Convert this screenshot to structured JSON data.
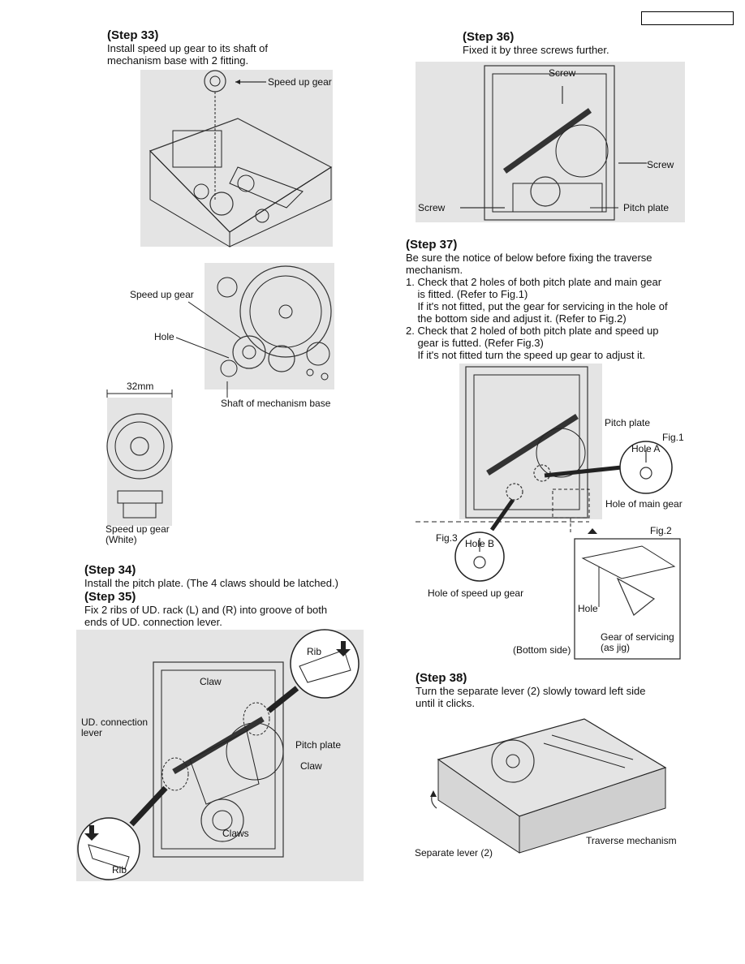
{
  "header": {
    "box_text": ""
  },
  "step33": {
    "title": "(Step 33)",
    "lines": [
      "Install speed up gear to its shaft of",
      "mechanism base with 2 fitting."
    ],
    "labels": {
      "speed_up_gear_top": "Speed up gear",
      "speed_up_gear_mid": "Speed up gear",
      "hole": "Hole",
      "shaft": "Shaft of mechanism base",
      "dimension": "32mm",
      "speed_up_gear_white": "Speed up gear",
      "white": "(White)"
    }
  },
  "step34": {
    "title": "(Step 34)",
    "text": "Install the pitch plate. (The 4 claws should be latched.)"
  },
  "step35": {
    "title": "(Step 35)",
    "lines": [
      "Fix 2 ribs of UD. rack (L) and (R) into groove of both",
      "ends of UD. connection lever."
    ],
    "labels": {
      "rib_top": "Rib",
      "claw_top": "Claw",
      "ud_connection": "UD. connection",
      "lever": "lever",
      "pitch_plate": "Pitch plate",
      "claw_right": "Claw",
      "claws": "Claws",
      "rib_bottom": "Rib"
    }
  },
  "step36": {
    "title": "(Step 36)",
    "text": "Fixed it by three screws further.",
    "labels": {
      "screw_top": "Screw",
      "screw_right": "Screw",
      "screw_left": "Screw",
      "pitch_plate": "Pitch plate"
    }
  },
  "step37": {
    "title": "(Step 37)",
    "lines": [
      "Be sure the notice of below before fixing the traverse",
      "mechanism.",
      "1. Check that 2 holes of both pitch plate and main gear",
      "    is fitted. (Refer to Fig.1)",
      "    If it's not fitted, put the gear for servicing in the hole of",
      "    the bottom side and adjust it. (Refer to Fig.2)",
      "2. Check that 2 holed of both pitch plate and speed up",
      "    gear is futted. (Refer Fig.3)",
      "    If it's not fitted turn the speed up gear to adjust it."
    ],
    "labels": {
      "pitch_plate": "Pitch plate",
      "fig1": "Fig.1",
      "hole_a": "Hole A",
      "hole_main_gear": "Hole of main gear",
      "fig3": "Fig.3",
      "hole_b": "Hole B",
      "hole_speed_up": "Hole of speed up gear",
      "fig2": "Fig.2",
      "hole": "Hole",
      "gear_servicing": "Gear of servicing",
      "as_jig": "(as jig)",
      "bottom_side": "(Bottom side)"
    }
  },
  "step38": {
    "title": "(Step 38)",
    "lines": [
      "Turn the separate lever (2) slowly toward left side",
      "until it clicks."
    ],
    "labels": {
      "traverse": "Traverse mechanism",
      "separate_lever": "Separate lever (2)"
    }
  }
}
